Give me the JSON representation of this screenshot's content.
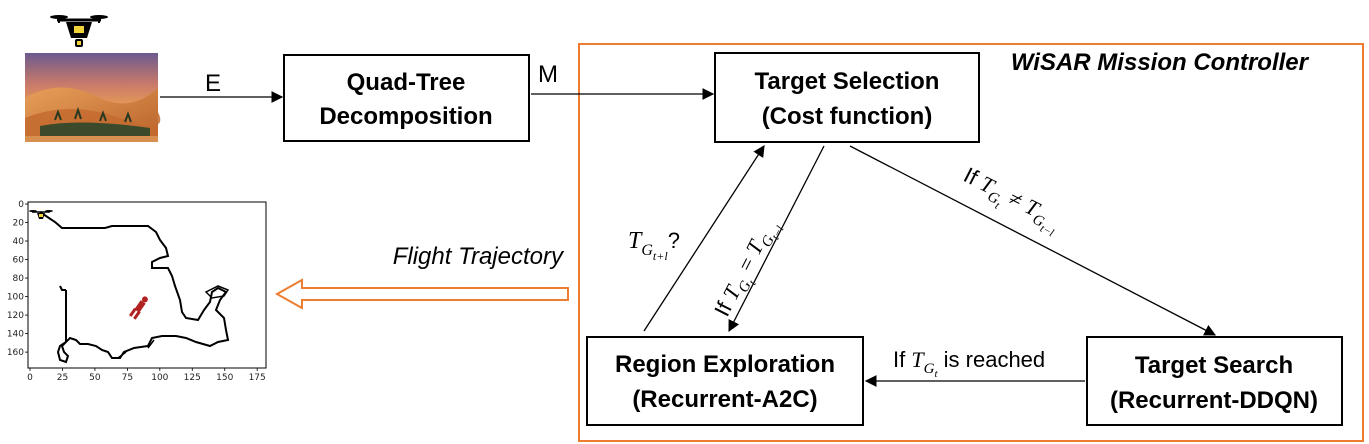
{
  "controller": {
    "title": "WiSAR Mission Controller"
  },
  "boxes": {
    "quadtree": {
      "line1": "Quad-Tree",
      "line2": "Decomposition"
    },
    "target_selection": {
      "line1": "Target Selection",
      "line2": "(Cost function)"
    },
    "region_exploration": {
      "line1": "Region Exploration",
      "line2": "(Recurrent-A2C)"
    },
    "target_search": {
      "line1": "Target Search",
      "line2": "(Recurrent-DDQN)"
    }
  },
  "edges": {
    "e": "E",
    "m": "M",
    "flight_trajectory": "Flight Trajectory",
    "next_target": {
      "sym": "T",
      "sub": "G",
      "subsub": "t+l",
      "suffix": "?"
    },
    "if_equal": {
      "prefix": "If",
      "sym": "T",
      "sub": "G",
      "subsub": "t",
      "op": "=",
      "sym2": "T",
      "sub2": "G",
      "subsub2": "t−l"
    },
    "if_not_equal": {
      "prefix": "If",
      "sym": "T",
      "sub": "G",
      "subsub": "t",
      "op": "≠",
      "sym2": "T",
      "sub2": "G",
      "subsub2": "t−l"
    },
    "if_reached": {
      "prefix": "If",
      "sym": "T",
      "sub": "G",
      "subsub": "t",
      "suffix": "is reached"
    }
  },
  "plot": {
    "xticks": [
      "0",
      "25",
      "50",
      "75",
      "100",
      "125",
      "150",
      "175"
    ],
    "yticks": [
      "0",
      "20",
      "40",
      "60",
      "80",
      "100",
      "120",
      "140",
      "160"
    ]
  },
  "colors": {
    "orange": "#ed7d31",
    "arrow": "#000000",
    "drone": "#000000",
    "drone_accent": "#f2d33a",
    "person": "#b22222"
  },
  "icons": [
    "drone-icon",
    "desert-landscape-image",
    "person-icon"
  ]
}
